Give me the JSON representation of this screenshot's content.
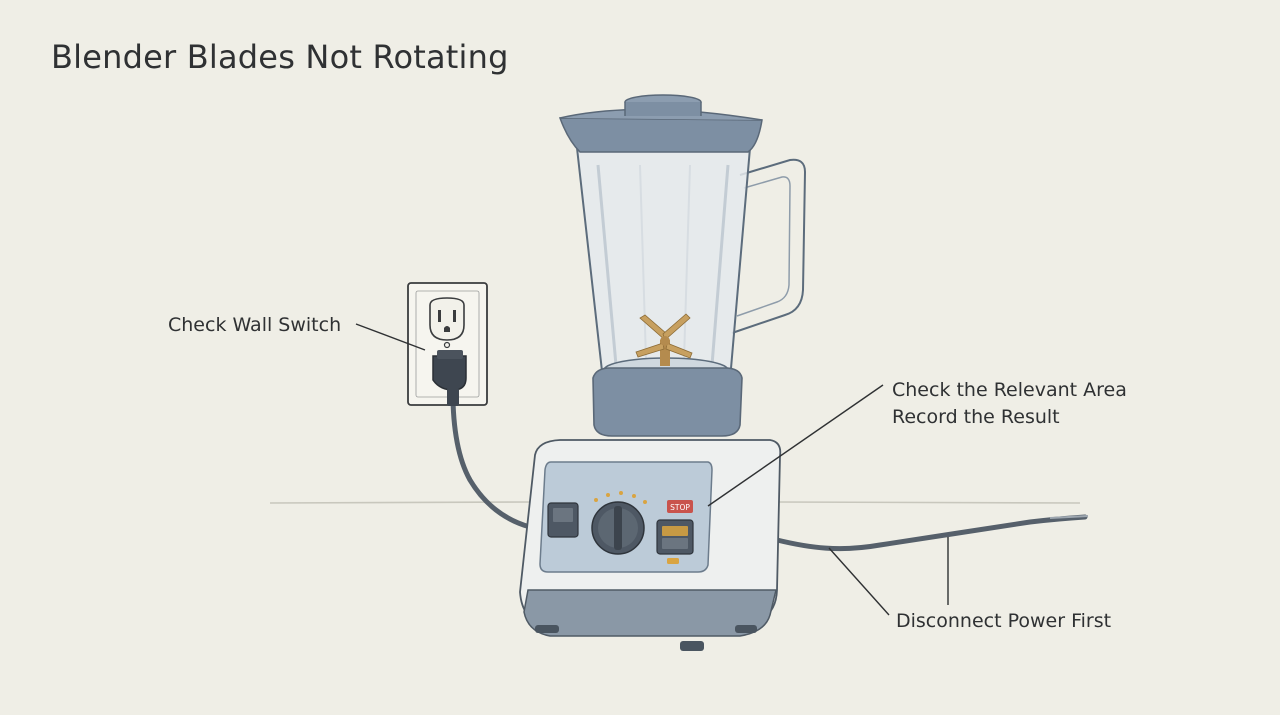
{
  "title": "Blender Blades Not Rotating",
  "labels": {
    "wall_switch": "Check Wall Switch",
    "area_line1": "Check the Relevant Area",
    "area_line2": "Record the Result",
    "power": "Disconnect Power First"
  },
  "panel": {
    "stop_badge": "STOP"
  },
  "colors": {
    "background": "#efeee6",
    "ink": "#2f3133",
    "steel_blue": "#7d8fa3",
    "base_white": "#eef0ef",
    "panel_blue": "#bccbd8",
    "blade_gold": "#c7a060",
    "stop_red": "#c9534c",
    "indicator_amber": "#d9a441"
  }
}
